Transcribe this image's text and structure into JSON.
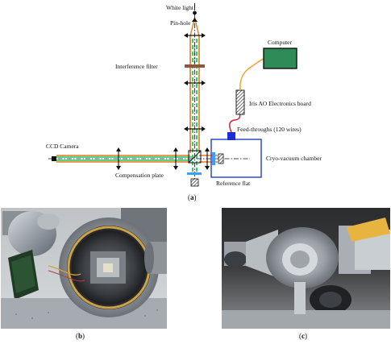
{
  "diagram": {
    "labels": {
      "white_light": "White light",
      "pin_hole": "Pin-hole",
      "interference_filter": "Interference filter",
      "computer": "Computer",
      "iris_board": "Iris AO Electronics board",
      "feed_throughs": "Feed-throughs (120 wires)",
      "ccd_camera": "CCD Camera",
      "cryo_chamber": "Cryo-vacuum chamber",
      "compensation_plate": "Compensation plate",
      "reference_flat": "Reference flat"
    },
    "panel_a_label": "a"
  },
  "photos": {
    "b": {
      "label": "b"
    },
    "c": {
      "label": "c"
    }
  },
  "colors": {
    "beam_orange": "#e07a2a",
    "beam_green": "#22c55e",
    "computer_green": "#2e8b57",
    "chamber_blue": "#1f3fbf",
    "feed_blue": "#1b2fd0",
    "cable_red": "#d21f3c",
    "cable_orange": "#f0a030",
    "filter_brown": "#8b5a3c",
    "comp_plate_blue": "#3aa0ff"
  }
}
